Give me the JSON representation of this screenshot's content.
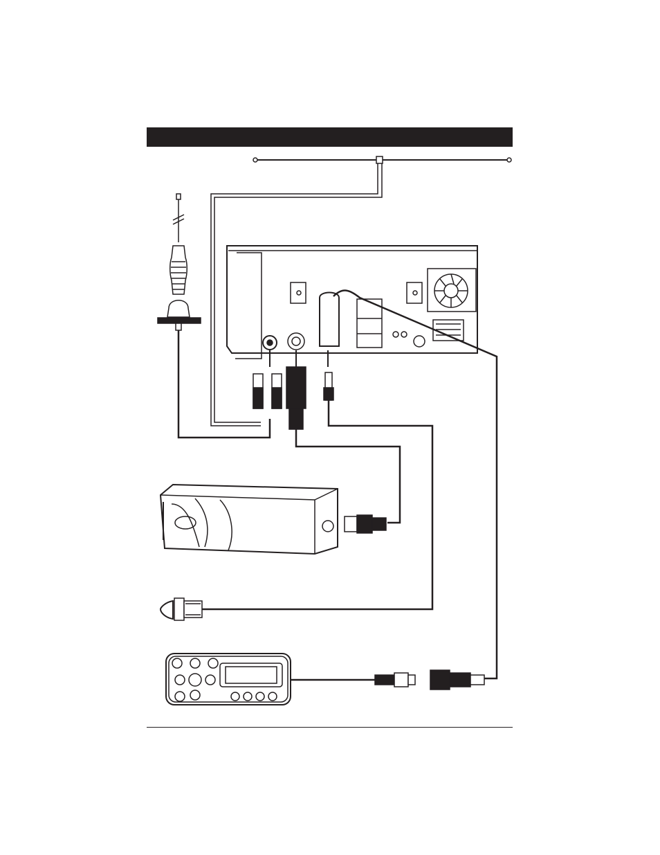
{
  "header": {
    "title": ""
  },
  "colors": {
    "ink": "#231f20",
    "paper": "#ffffff",
    "shade": "#d9d9d9"
  },
  "components": [
    "fm-dipole-antenna",
    "whip-antenna",
    "head-unit-rear",
    "cd-changer",
    "ir-remote-sensor",
    "wired-remote-control"
  ],
  "remote": {
    "button_icons": [
      "power-icon",
      "up-icon",
      "play-pause-icon",
      "prev-icon",
      "next-icon",
      "down-icon"
    ]
  }
}
